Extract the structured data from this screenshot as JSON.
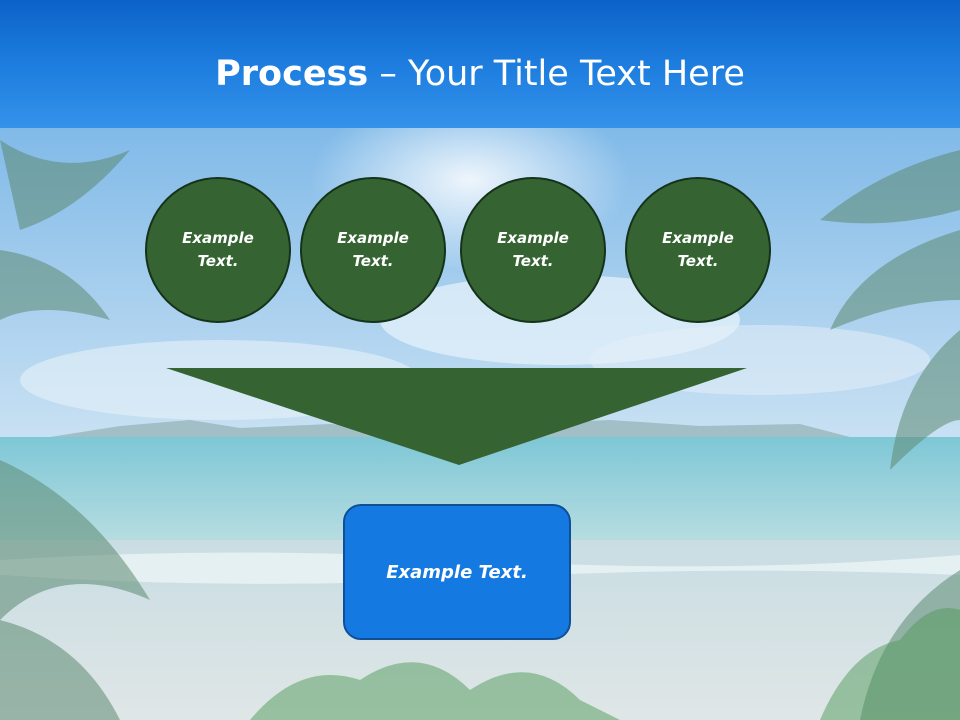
{
  "title": {
    "bold": "Process",
    "rest": " – Your Title Text Here"
  },
  "circles": [
    {
      "text": "Example\nText."
    },
    {
      "text": "Example\nText."
    },
    {
      "text": "Example\nText."
    },
    {
      "text": "Example\nText."
    }
  ],
  "result": {
    "text": "Example Text."
  },
  "colors": {
    "header": "#1f7fe0",
    "circle_fill": "#356432",
    "arrow_fill": "#356432",
    "box_fill": "#1479e0"
  }
}
